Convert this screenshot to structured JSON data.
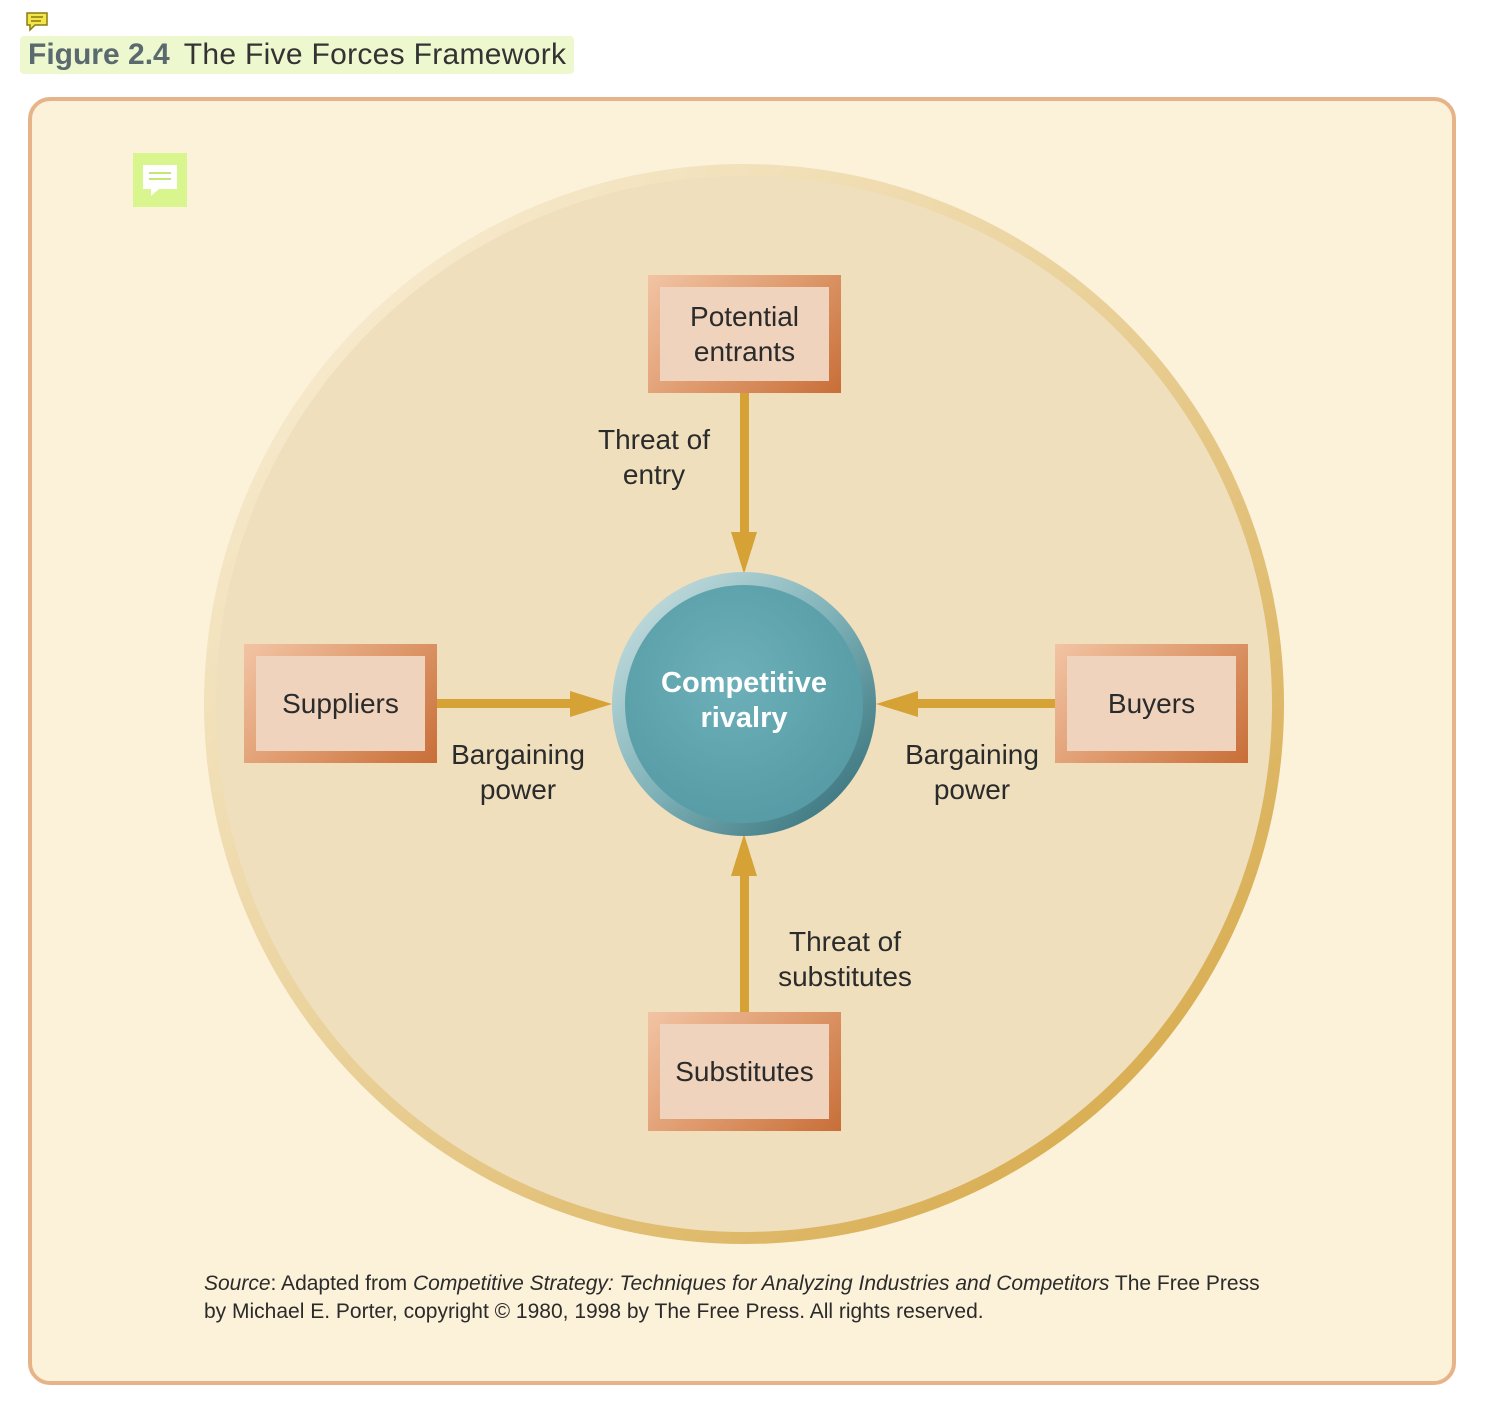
{
  "figure": {
    "number": "Figure 2.4",
    "title": "The Five Forces Framework"
  },
  "diagram": {
    "center": "Competitive\nrivalry",
    "nodes": {
      "top": "Potential\nentrants",
      "left": "Suppliers",
      "right": "Buyers",
      "bottom": "Substitutes"
    },
    "edge_labels": {
      "top": "Threat of\nentry",
      "left": "Bargaining\npower",
      "right": "Bargaining\npower",
      "bottom": "Threat of\nsubstitutes"
    }
  },
  "source": {
    "label": "Source",
    "prefix": ": Adapted from ",
    "book_title": "Competitive Strategy: Techniques for Analyzing Industries and Competitors",
    "suffix": " The Free Press by Michael E. Porter, copyright © 1980, 1998 by The Free Press. All rights reserved."
  },
  "icons": {
    "title_note": "comment-note-icon",
    "panel_note": "comment-note-icon"
  },
  "colors": {
    "panel_bg": "#fcf1d9",
    "panel_border": "#e7b489",
    "circle_fill": "#efdfbd",
    "circle_rim": "#d9a944",
    "arrow": "#d6a235",
    "hub": "#5fa4ae",
    "hub_dark": "#2e6e78",
    "box_frame": "#d98c5c",
    "box_fill": "#efd3bc",
    "note_icon": "#d8f58e"
  }
}
